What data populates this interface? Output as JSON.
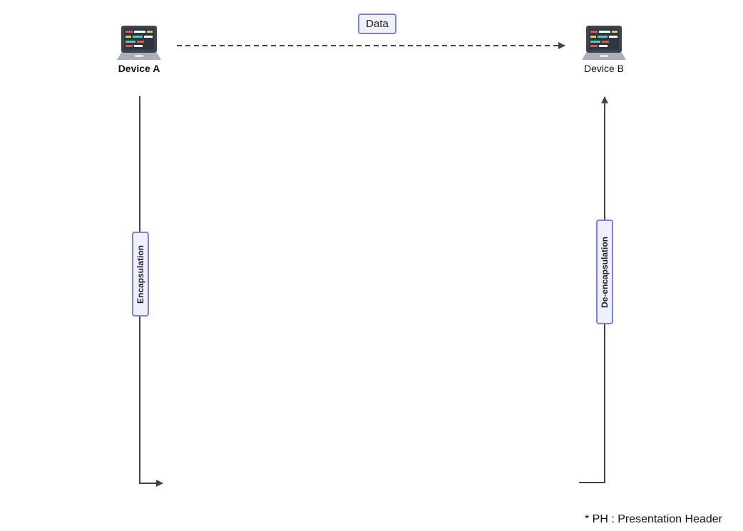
{
  "device_a": {
    "label": "Device A",
    "icon": "laptop-icon"
  },
  "device_b": {
    "label": "Device B",
    "icon": "laptop-icon"
  },
  "data_tag": {
    "label": "Data"
  },
  "encapsulation_tag": {
    "label": "Encapsulation"
  },
  "deencapsulation_tag": {
    "label": "De-encapsulation"
  },
  "footnote": {
    "text": "* PH : Presentation Header"
  },
  "colors": {
    "tag_border": "#7b7ee8",
    "tag_fill": "#eef0fb",
    "line": "#444444",
    "screen": "#3b4550",
    "laptop_base": "#a9b0b7"
  }
}
